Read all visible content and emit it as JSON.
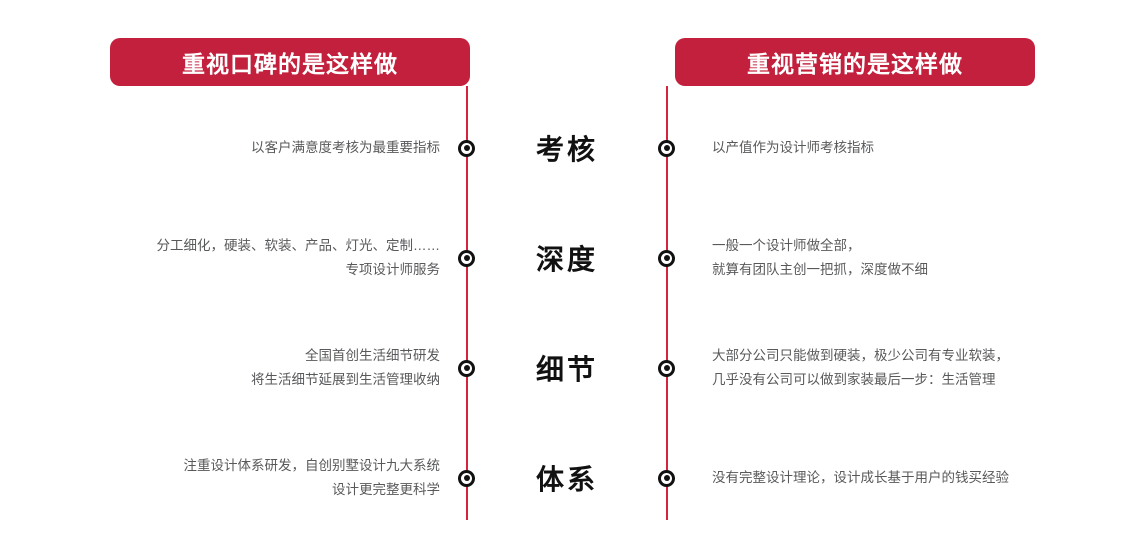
{
  "theme": {
    "brand_red": "#C2203C",
    "line_red": "#D6243E",
    "body_text": "#58595B",
    "label_black": "#111111",
    "background": "#FFFFFF"
  },
  "banners": {
    "left": "重视口碑的是这样做",
    "right": "重视营销的是这样做"
  },
  "icons": {
    "bullet": "target-bullet-icon"
  },
  "rows": [
    {
      "center_label": "考核",
      "left_lines": [
        "以客户满意度考核为最重要指标"
      ],
      "right_lines": [
        "以产值作为设计师考核指标"
      ]
    },
    {
      "center_label": "深度",
      "left_lines": [
        "分工细化，硬装、软装、产品、灯光、定制……",
        "专项设计师服务"
      ],
      "right_lines": [
        "一般一个设计师做全部，",
        "就算有团队主创一把抓，深度做不细"
      ]
    },
    {
      "center_label": "细节",
      "left_lines": [
        "全国首创生活细节研发",
        "将生活细节延展到生活管理收纳"
      ],
      "right_lines": [
        "大部分公司只能做到硬装，极少公司有专业软装，",
        "几乎没有公司可以做到家装最后一步：生活管理"
      ]
    },
    {
      "center_label": "体系",
      "left_lines": [
        "注重设计体系研发，自创别墅设计九大系统",
        "设计更完整更科学"
      ],
      "right_lines": [
        "没有完整设计理论，设计成长基于用户的钱买经验"
      ]
    }
  ]
}
